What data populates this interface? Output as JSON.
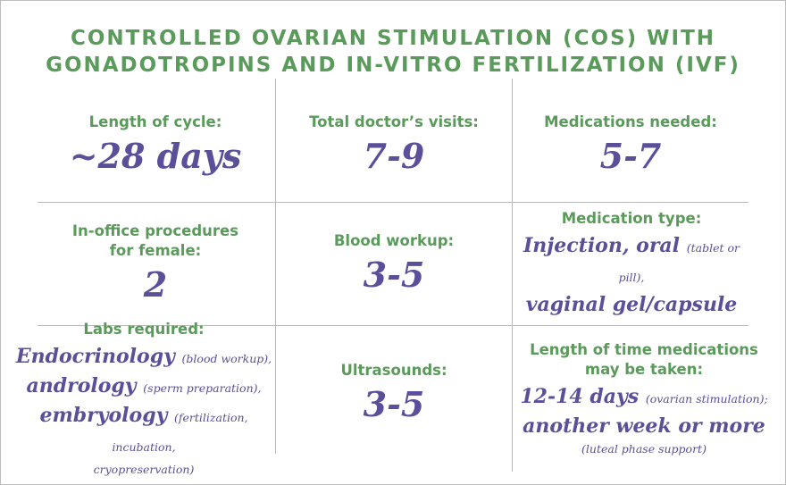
{
  "title": {
    "line1": "CONTROLLED OVARIAN STIMULATION (COS) WITH",
    "line2": "GONADOTROPINS AND IN-VITRO FERTILIZATION (IVF)"
  },
  "cells": {
    "cycle_length": {
      "label": "Length of cycle:",
      "value": "~28 days"
    },
    "doctor_visits": {
      "label": "Total doctor’s visits:",
      "value": "7-9"
    },
    "medications_needed": {
      "label": "Medications needed:",
      "value": "5-7"
    },
    "in_office_procedures": {
      "label_line1": "In-office procedures",
      "label_line2": "for female:",
      "value": "2"
    },
    "blood_workup": {
      "label": "Blood workup:",
      "value": "3-5"
    },
    "medication_type": {
      "label": "Medication type:",
      "line1_main": "Injection, oral",
      "line1_note": "(tablet or pill),",
      "line2_main": "vaginal gel/capsule"
    },
    "labs_required": {
      "label": "Labs required:",
      "line1_main": "Endocrinology",
      "line1_note": "(blood workup),",
      "line2_main": "andrology",
      "line2_note": "(sperm preparation),",
      "line3_main": "embryology",
      "line3_note": "(fertilization, incubation,",
      "line4_note": "cryopreservation)"
    },
    "ultrasounds": {
      "label": "Ultrasounds:",
      "value": "3-5"
    },
    "medication_duration": {
      "label_line1": "Length of time medications",
      "label_line2": "may be taken:",
      "line1_main": "12-14 days",
      "line1_note": "(ovarian stimulation);",
      "line2_main": "another week or more",
      "line3_note": "(luteal phase support)"
    }
  }
}
